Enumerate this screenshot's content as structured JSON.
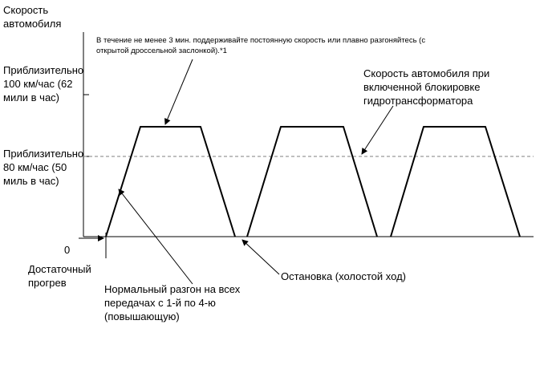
{
  "diagram": {
    "y_axis_title": "Скорость\nавтомобиля",
    "level_100": "Приблизительно\n100 км/час (62\nмили в час)",
    "level_80": "Приблизительно\n80 км/час (50\nмиль в час)",
    "zero_label": "0",
    "note_top": "В течение не менее 3 мин. поддерживайте постоянную скорость или плавно разгоняйтесь (с\nоткрытой дроссельной заслонкой).*1",
    "lockup_label": "Скорость автомобиля при\nвключенной блокировке\nгидротрансформатора",
    "warmup_label": "Достаточный\nпрогрев",
    "accel_label": "Нормальный разгон на всех\nпередачах с 1-й по 4-ю\n(повышающую)",
    "stop_label": "Остановка (холостой ход)",
    "colors": {
      "line": "#000000",
      "dashed": "#7f7f7f"
    }
  }
}
